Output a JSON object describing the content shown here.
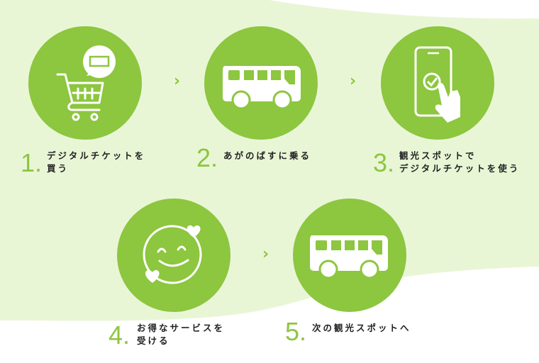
{
  "colors": {
    "accent": "#8dc63f",
    "background_tint": "#e9f6d6",
    "text": "#222222"
  },
  "steps": [
    {
      "number": "1.",
      "lines": [
        "デジタルチケットを",
        "買う"
      ],
      "icon": "shopping-cart-ticket-icon"
    },
    {
      "number": "2.",
      "lines": [
        "あがのばすに乗る"
      ],
      "icon": "bus-icon"
    },
    {
      "number": "3.",
      "lines": [
        "観光スポットで",
        "デジタルチケットを使う"
      ],
      "icon": "smartphone-tap-icon"
    },
    {
      "number": "4.",
      "lines": [
        "お得なサービスを",
        "受ける"
      ],
      "icon": "smiley-hearts-icon"
    },
    {
      "number": "5.",
      "lines": [
        "次の観光スポットへ"
      ],
      "icon": "bus-icon"
    }
  ],
  "arrow_glyph": "›"
}
